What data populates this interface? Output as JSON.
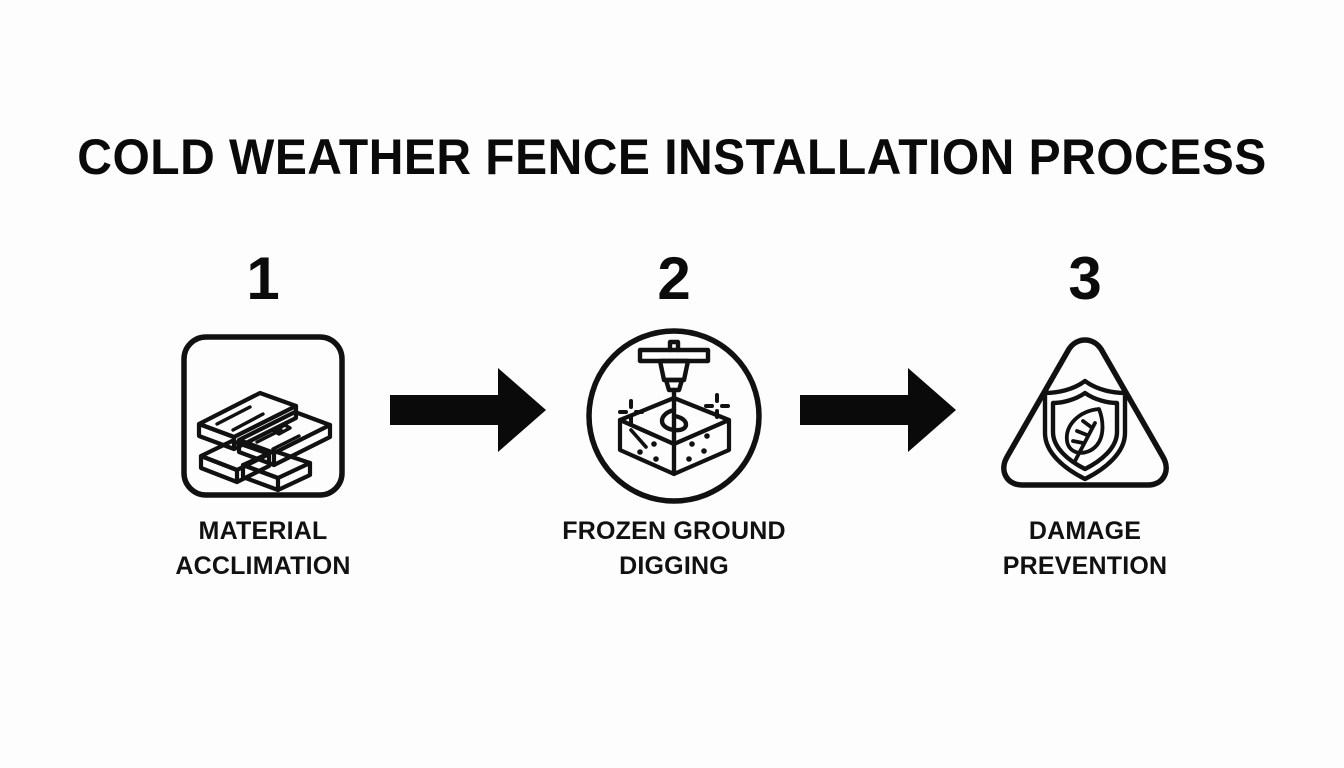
{
  "title": "COLD WEATHER FENCE INSTALLATION PROCESS",
  "colors": {
    "background": "#fdfdfd",
    "ink": "#0a0a0a",
    "stroke": "#111111"
  },
  "steps": [
    {
      "number": "1",
      "icon": "lumber-stack-icon",
      "frame": "rounded-square-frame",
      "label_line1": "MATERIAL",
      "label_line2": "ACCLIMATION"
    },
    {
      "number": "2",
      "icon": "auger-drill-frozen-ground-icon",
      "frame": "circle-frame",
      "label_line1": "FROZEN GROUND",
      "label_line2": "DIGGING"
    },
    {
      "number": "3",
      "icon": "shield-leaf-icon",
      "frame": "rounded-triangle-frame",
      "label_line1": "DAMAGE",
      "label_line2": "PREVENTION"
    }
  ],
  "connectors": [
    {
      "icon": "arrow-right-icon"
    },
    {
      "icon": "arrow-right-icon"
    }
  ]
}
